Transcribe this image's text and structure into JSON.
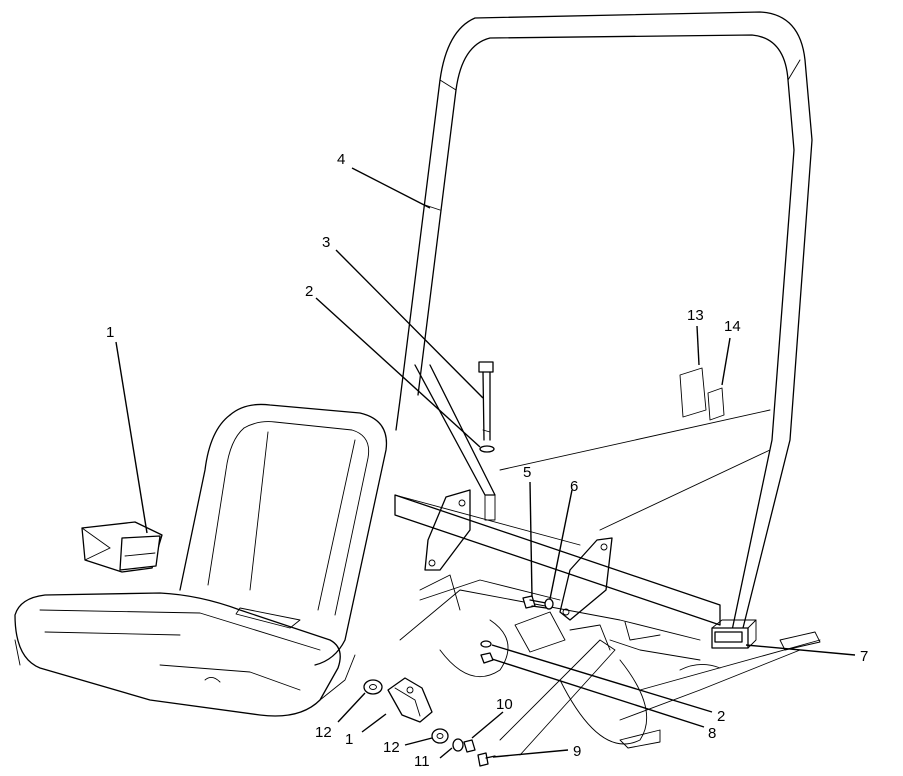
{
  "callouts": {
    "c1_seatbelt": "1",
    "c1_bracket": "1",
    "c2_washer_top": "2",
    "c2_washer_bottom": "2",
    "c3": "3",
    "c4": "4",
    "c5": "5",
    "c6": "6",
    "c7": "7",
    "c8": "8",
    "c9": "9",
    "c10": "10",
    "c11": "11",
    "c12_a": "12",
    "c12_b": "12",
    "c13": "13",
    "c14": "14"
  }
}
